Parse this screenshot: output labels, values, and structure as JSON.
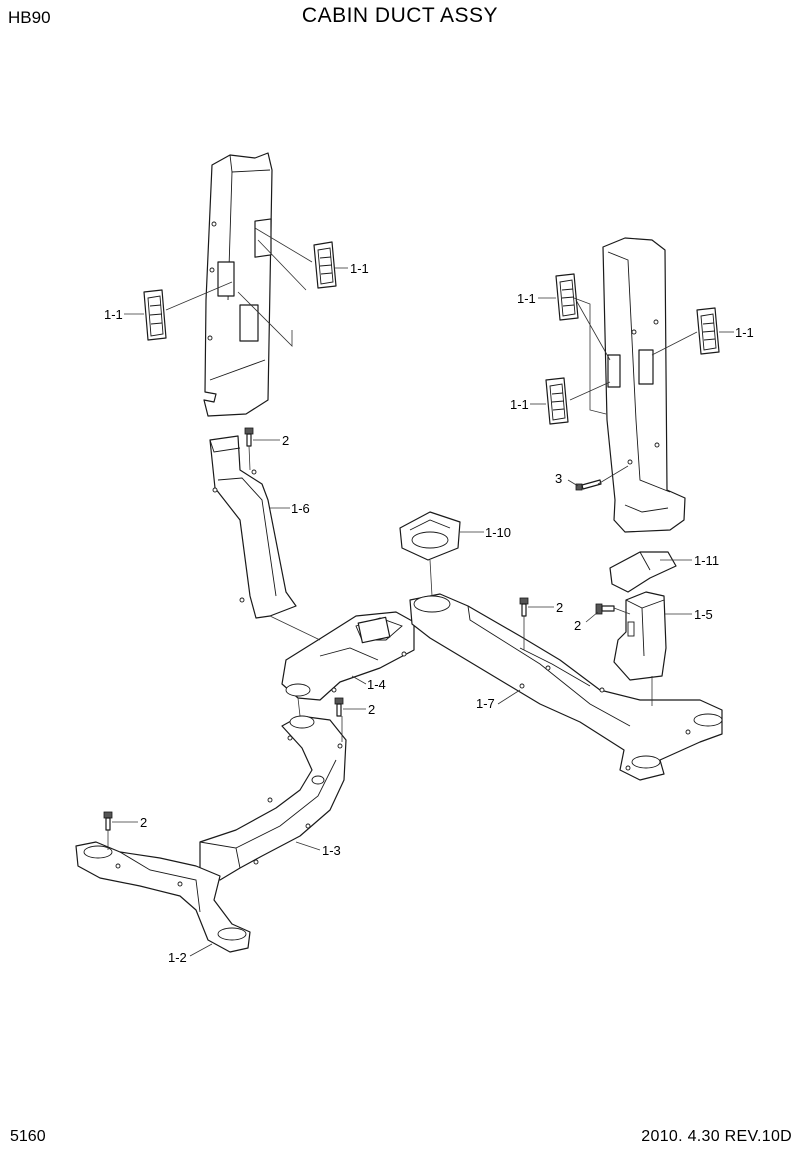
{
  "header": {
    "model": "HB90",
    "title": "CABIN DUCT ASSY"
  },
  "footer": {
    "page_number": "5160",
    "revision": "2010. 4.30  REV.10D"
  },
  "callouts": [
    "1-1",
    "1-1",
    "1-1",
    "1-1",
    "1-1",
    "2",
    "1-6",
    "1-10",
    "3",
    "1-11",
    "2",
    "2",
    "1-5",
    "1-4",
    "2",
    "1-7",
    "2",
    "1-3",
    "1-2"
  ]
}
